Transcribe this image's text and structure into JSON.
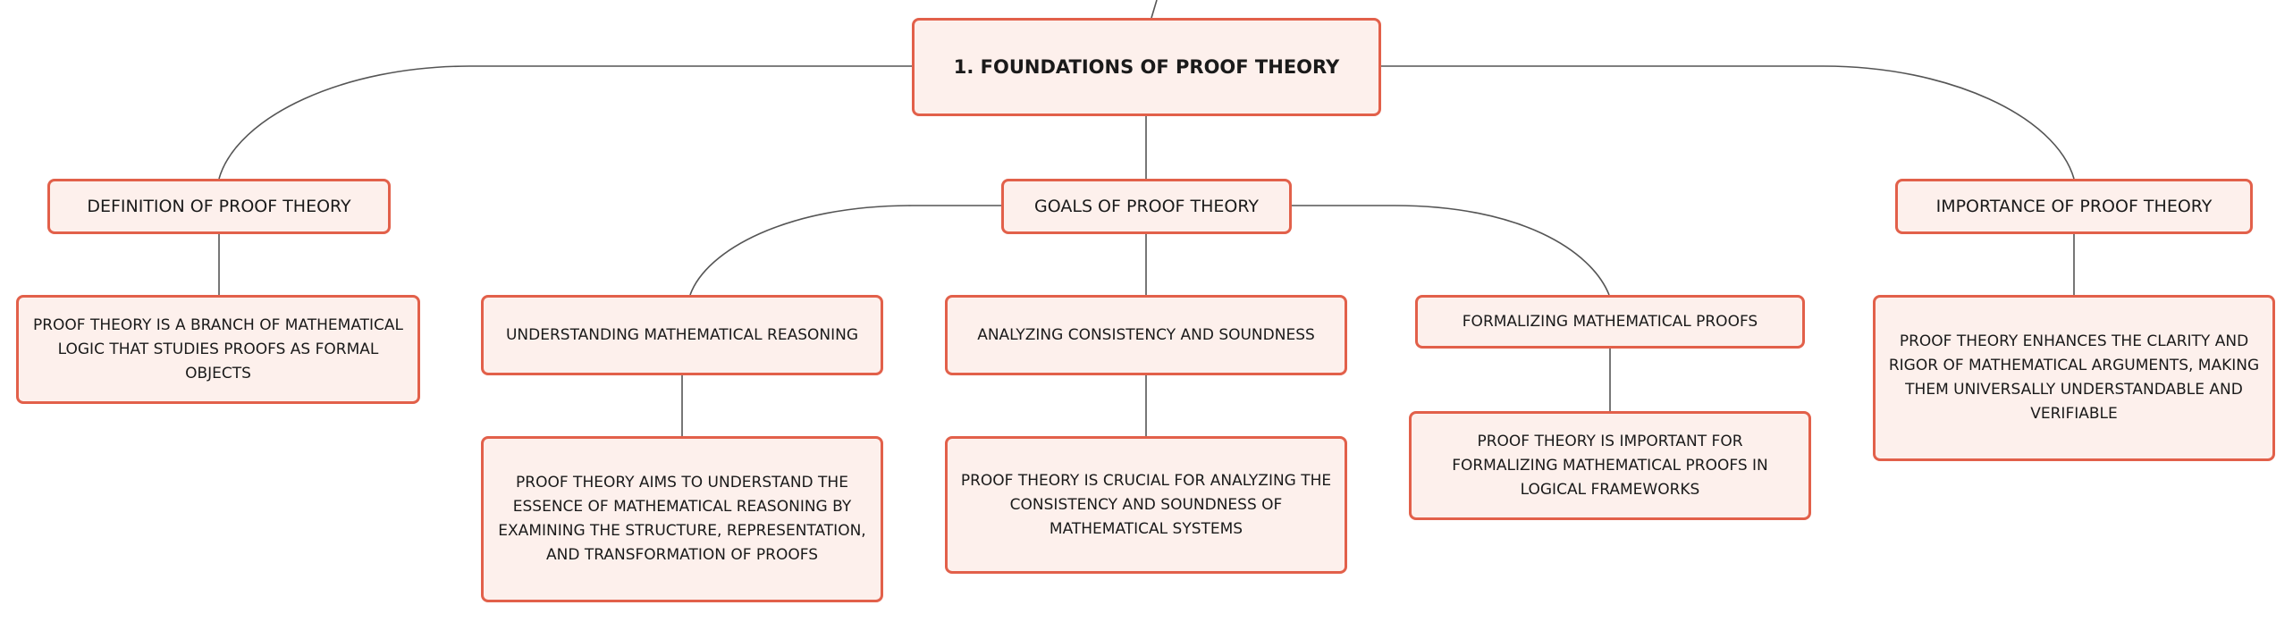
{
  "root": {
    "title": "1. FOUNDATIONS OF PROOF THEORY"
  },
  "branches": {
    "definition": {
      "label": "DEFINITION OF PROOF THEORY",
      "detail": "PROOF THEORY IS A BRANCH OF MATHEMATICAL LOGIC THAT STUDIES PROOFS AS FORMAL OBJECTS"
    },
    "goals": {
      "label": "GOALS OF PROOF THEORY",
      "children": {
        "understanding": {
          "label": "UNDERSTANDING MATHEMATICAL REASONING",
          "detail": "PROOF THEORY AIMS TO UNDERSTAND THE ESSENCE OF MATHEMATICAL REASONING BY EXAMINING THE STRUCTURE, REPRESENTATION, AND TRANSFORMATION OF PROOFS"
        },
        "analyzing": {
          "label": "ANALYZING CONSISTENCY AND SOUNDNESS",
          "detail": "PROOF THEORY IS CRUCIAL FOR ANALYZING THE CONSISTENCY AND SOUNDNESS OF MATHEMATICAL SYSTEMS"
        },
        "formalizing": {
          "label": "FORMALIZING MATHEMATICAL PROOFS",
          "detail": "PROOF THEORY IS IMPORTANT FOR FORMALIZING MATHEMATICAL PROOFS IN LOGICAL FRAMEWORKS"
        }
      }
    },
    "importance": {
      "label": "IMPORTANCE OF PROOF THEORY",
      "detail": "PROOF THEORY ENHANCES THE CLARITY AND RIGOR OF MATHEMATICAL ARGUMENTS, MAKING THEM UNIVERSALLY UNDERSTANDABLE AND VERIFIABLE"
    }
  },
  "colors": {
    "node_fill": "#fdf0ec",
    "node_border": "#e2604a",
    "connector": "#555555",
    "text": "#1a1a1a"
  }
}
